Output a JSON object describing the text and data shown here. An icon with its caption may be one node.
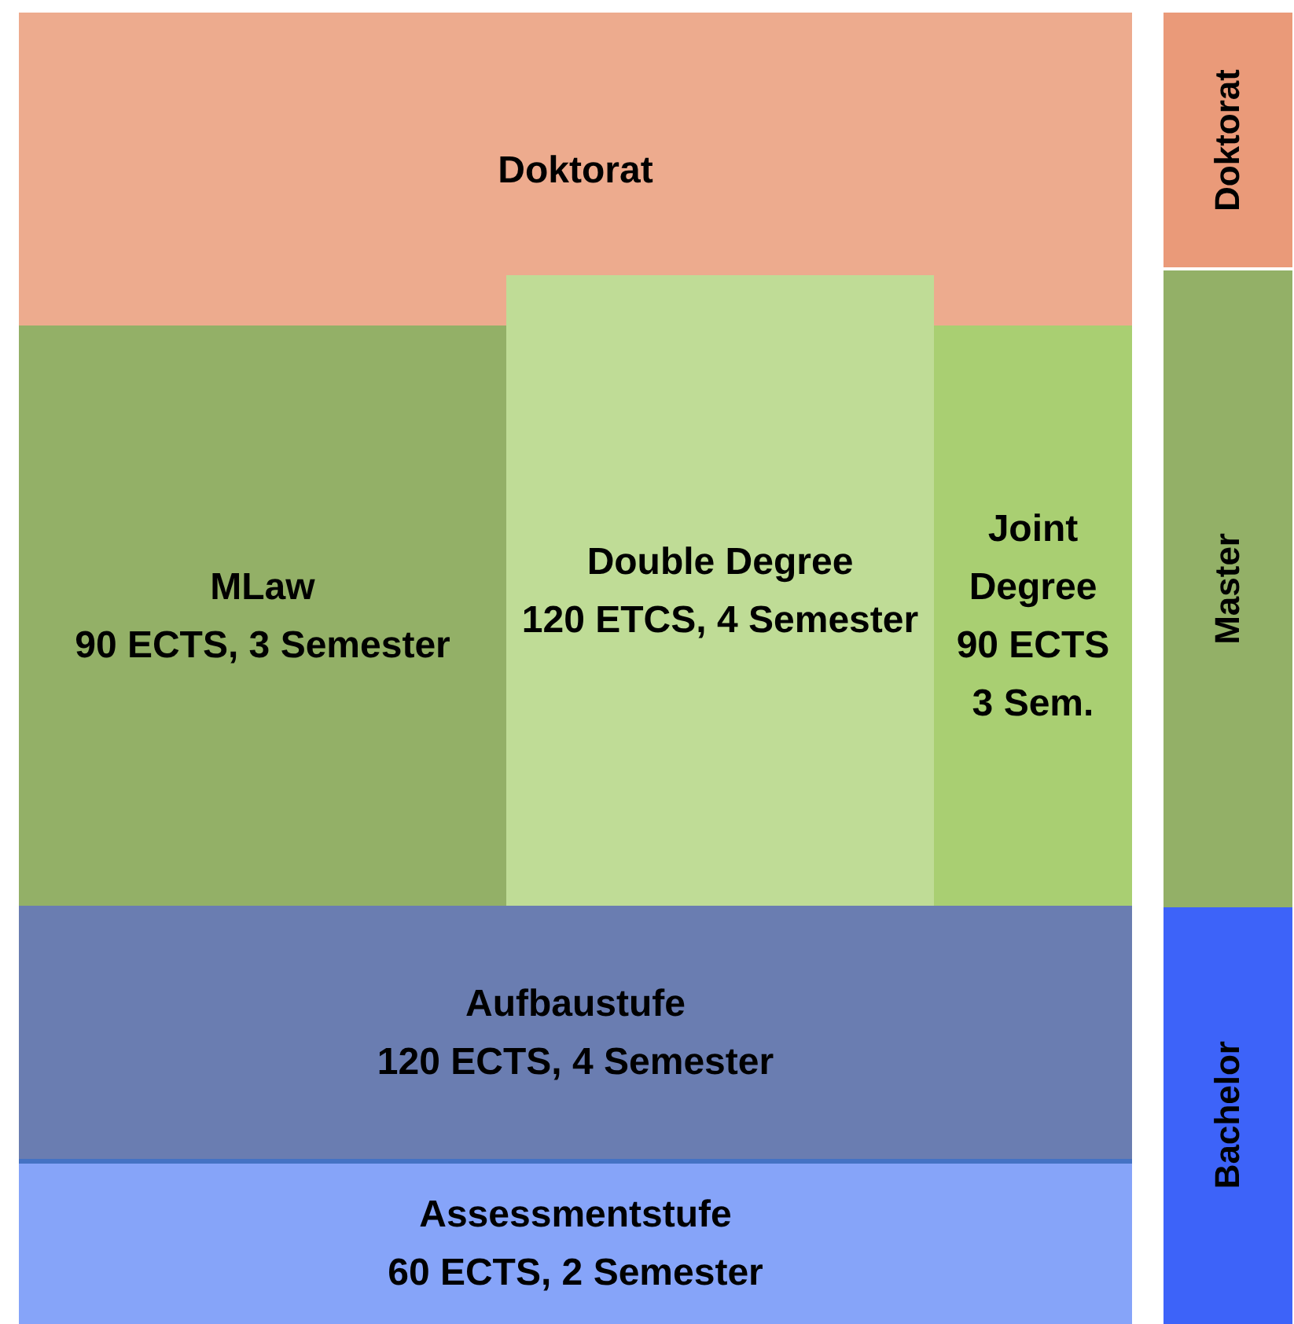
{
  "diagram": {
    "nodes": [
      {
        "text": [
          "Doktorat"
        ]
      },
      {
        "text": [
          "MLaw",
          "90 ECTS, 3 Semester"
        ]
      },
      {
        "text": [
          "Double Degree",
          "120 ETCS, 4 Semester"
        ]
      },
      {
        "text": [
          "Joint Degree",
          "90 ECTS",
          "3 Sem."
        ]
      },
      {
        "text": [
          "Aufbaustufe",
          "120 ECTS, 4 Semester"
        ]
      },
      {
        "text": [
          "Assessmentstufe",
          "60 ECTS, 2 Semester"
        ]
      },
      {
        "text": [
          "Doktorat"
        ]
      },
      {
        "text": [
          "Master"
        ]
      },
      {
        "text": [
          "Bachelor"
        ]
      }
    ],
    "edges": []
  }
}
